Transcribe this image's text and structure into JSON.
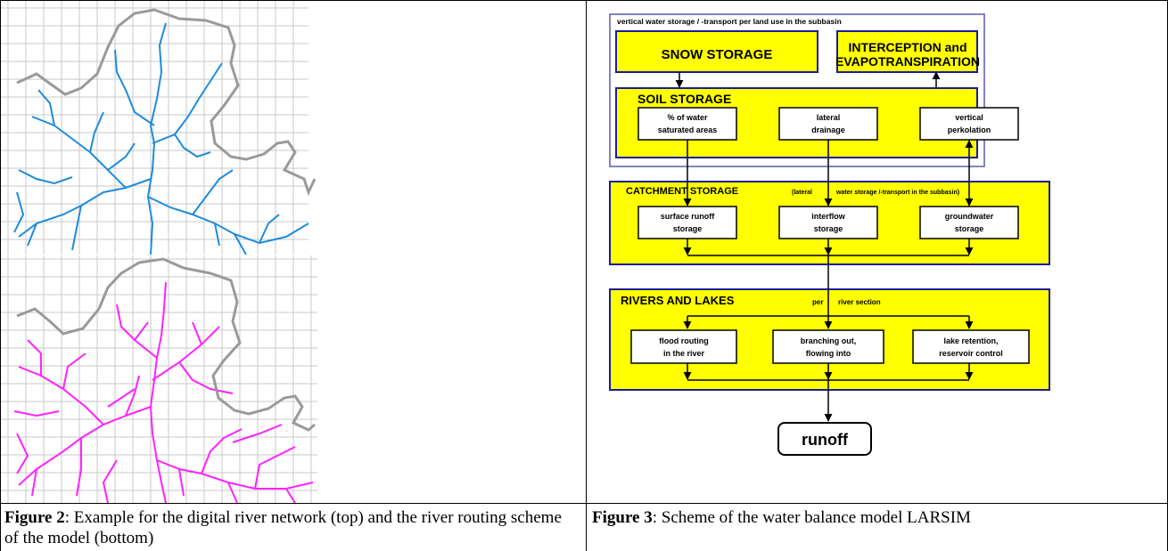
{
  "figure2": {
    "caption_label": "Figure 2",
    "caption_text": ": Example for the digital river network (top) and the river routing scheme of the model (bottom)"
  },
  "figure3": {
    "caption_label": "Figure 3",
    "caption_text": ": Scheme of the water balance model LARSIM",
    "outer_title": "vertical water storage / -transport per land use in the subbasin",
    "snow_storage": "SNOW STORAGE",
    "interception_line1": "INTERCEPTION and",
    "interception_line2": "EVAPOTRANSPIRATION",
    "soil_storage": "SOIL STORAGE",
    "soil_boxes": [
      {
        "line1": "% of water",
        "line2": "saturated areas"
      },
      {
        "line1": "lateral",
        "line2": "drainage"
      },
      {
        "line1": "vertical",
        "line2": "perkolation"
      }
    ],
    "catchment_title": "CATCHMENT STORAGE",
    "catchment_subtitle_a": "(lateral",
    "catchment_subtitle_b": "water storage /-transport in the subbasin)",
    "catchment_boxes": [
      {
        "line1": "surface runoff",
        "line2": "storage"
      },
      {
        "line1": "interflow",
        "line2": "storage"
      },
      {
        "line1": "groundwater",
        "line2": "storage"
      }
    ],
    "rivers_title": "RIVERS AND LAKES",
    "rivers_subtitle_a": "per",
    "rivers_subtitle_b": "river section",
    "river_boxes": [
      {
        "line1": "flood routing",
        "line2": "in the river"
      },
      {
        "line1": "branching out,",
        "line2": "flowing into"
      },
      {
        "line1": "lake retention,",
        "line2": "reservoir control"
      }
    ],
    "runoff": "runoff",
    "colors": {
      "fill": "#ffff00",
      "border": "#1a1aa0",
      "outer_border": "#5a5aa8"
    }
  },
  "map_colors": {
    "grid": "#c8c8c8",
    "boundary": "#9a9a9a",
    "river": "#1e8cdc",
    "routing": "#ff22ff"
  }
}
